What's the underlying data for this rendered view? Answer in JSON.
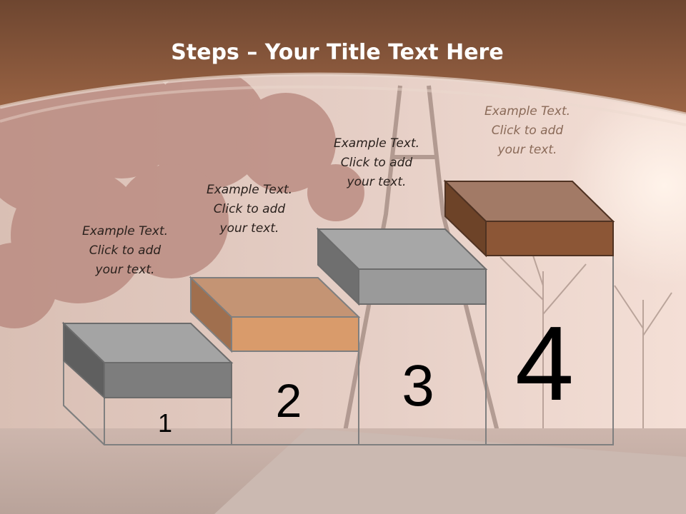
{
  "title": {
    "bold": "Steps",
    "rest": " – Your Title Text Here"
  },
  "steps": [
    {
      "number": "1",
      "lines": [
        "Example Text.",
        "Click  to add",
        "your text."
      ]
    },
    {
      "number": "2",
      "lines": [
        "Example Text.",
        "Click  to add",
        "your text."
      ]
    },
    {
      "number": "3",
      "lines": [
        "Example Text.",
        "Click  to add",
        "your text."
      ]
    },
    {
      "number": "4",
      "lines": [
        "Example Text.",
        "Click  to add",
        "your text."
      ]
    }
  ],
  "colors": {
    "header_brown": "#8f5a3c",
    "step1_block": "#7a7a7a",
    "step2_block": "#d9996a",
    "step3_block": "#9b9b9b",
    "step4_block": "#8c5636"
  }
}
